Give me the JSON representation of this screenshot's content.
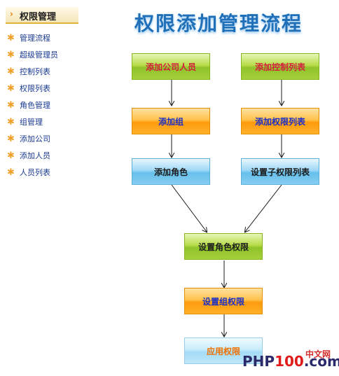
{
  "sidebar": {
    "title": "权限管理",
    "items": [
      {
        "label": "管理流程"
      },
      {
        "label": "超级管理员"
      },
      {
        "label": "控制列表"
      },
      {
        "label": "权限列表"
      },
      {
        "label": "角色管理"
      },
      {
        "label": "组管理"
      },
      {
        "label": "添加公司"
      },
      {
        "label": "添加人员"
      },
      {
        "label": "人员列表"
      }
    ]
  },
  "main": {
    "title": "权限添加管理流程"
  },
  "flow": {
    "add_company_person": "添加公司人员",
    "add_control_list": "添加控制列表",
    "add_group": "添加组",
    "add_permission_list": "添加权限列表",
    "add_role": "添加角色",
    "set_sub_permission_list": "设置子权限列表",
    "set_role_permission": "设置角色权限",
    "set_group_permission": "设置组权限",
    "apply_permission": "应用权限"
  },
  "logo": {
    "text_main": "PHP",
    "text_accent": "100",
    "text_suffix": ".com",
    "text_cn": "中文网"
  },
  "colors": {
    "accent_orange": "#f0a22a",
    "title_blue": "#1f70b8",
    "link_blue": "#1a3a92"
  }
}
